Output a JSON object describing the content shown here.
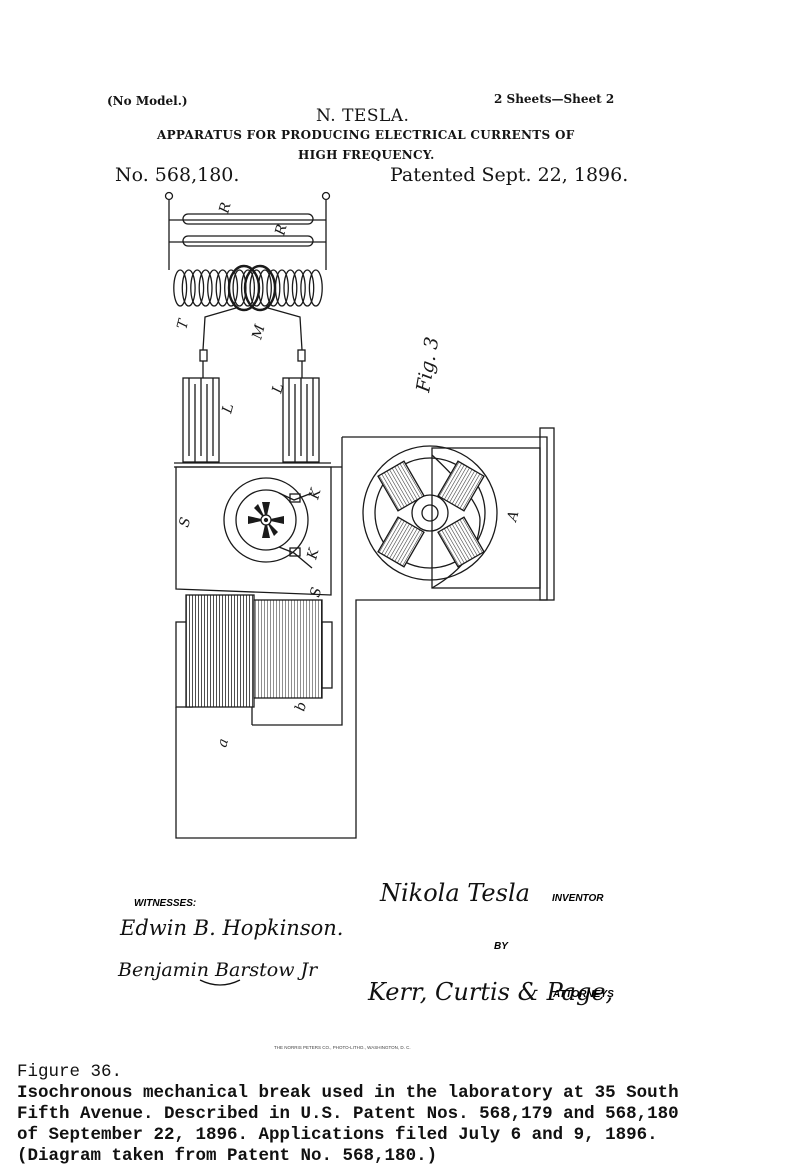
{
  "header": {
    "model_note": "(No Model.)",
    "sheets": "2 Sheets—Sheet 2",
    "inventor": "N. TESLA.",
    "title_line1": "APPARATUS FOR PRODUCING ELECTRICAL CURRENTS OF",
    "title_line2": "HIGH FREQUENCY.",
    "patent_number": "No. 568,180.",
    "patent_date": "Patented Sept. 22, 1896."
  },
  "drawing": {
    "figure_label": "Fig. 3",
    "labels": {
      "R_top": "R",
      "R_bottom": "R",
      "T": "T",
      "M": "M",
      "L_left": "L",
      "L_right": "L",
      "S_upper": "S",
      "S_lower": "S",
      "K_upper": "K",
      "K_lower": "K",
      "A": "A",
      "a": "a",
      "b": "b"
    }
  },
  "signatures": {
    "witnesses_label": "WITNESSES:",
    "witness1": "Edwin B. Hopkinson.",
    "witness2": "Benjamin Barstow Jr",
    "inventor_signature": "Nikola Tesla",
    "inventor_label": "INVENTOR",
    "by_label": "BY",
    "attorney_signature": "Kerr, Curtis & Page,",
    "attorneys_label": "ATTORNEYS"
  },
  "printer_note": "THE NORRIS PETERS CO., PHOTO-LITHO., WASHINGTON, D. C.",
  "caption": {
    "label": "Figure 36.",
    "text": "Isochronous mechanical break used in the laboratory at 35 South\nFifth Avenue.  Described in U.S. Patent Nos. 568,179 and 568,180\nof September 22, 1896.  Applications filed July 6 and 9, 1896.\n(Diagram taken from Patent No. 568,180.)"
  }
}
